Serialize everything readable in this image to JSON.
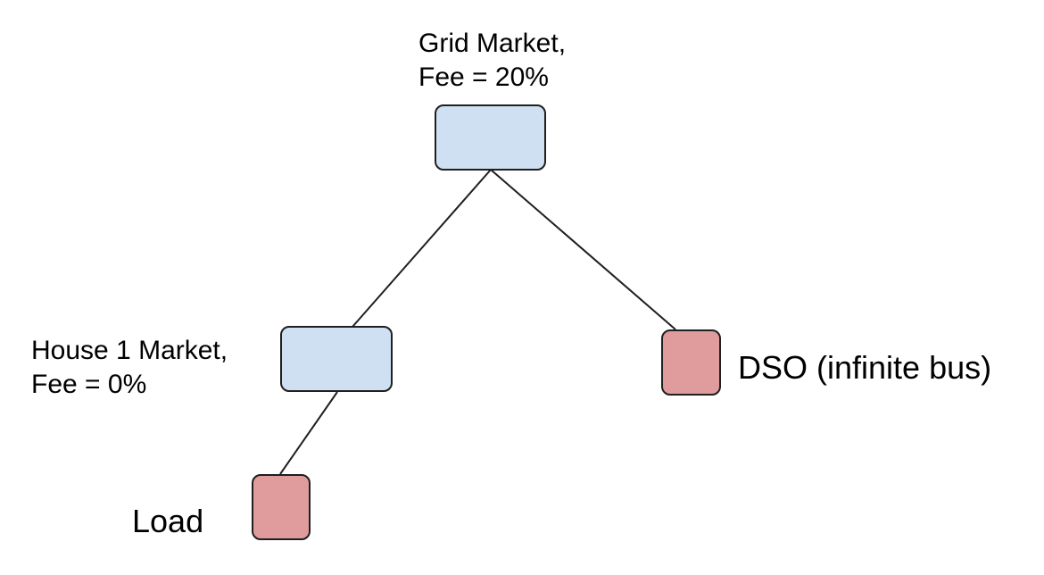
{
  "colors": {
    "market_fill": "#cfe0f2",
    "endpoint_fill": "#e09c9c",
    "stroke": "#1f1f1f"
  },
  "nodes": {
    "grid_market": {
      "label_line1": "Grid Market,",
      "label_line2": "Fee = 20%"
    },
    "house_market": {
      "label_line1": "House 1 Market,",
      "label_line2": "Fee = 0%"
    },
    "dso": {
      "label": "DSO (infinite bus)"
    },
    "load": {
      "label": "Load"
    }
  },
  "edges": [
    {
      "from": "grid_market",
      "to": "house_market"
    },
    {
      "from": "grid_market",
      "to": "dso"
    },
    {
      "from": "house_market",
      "to": "load"
    }
  ]
}
